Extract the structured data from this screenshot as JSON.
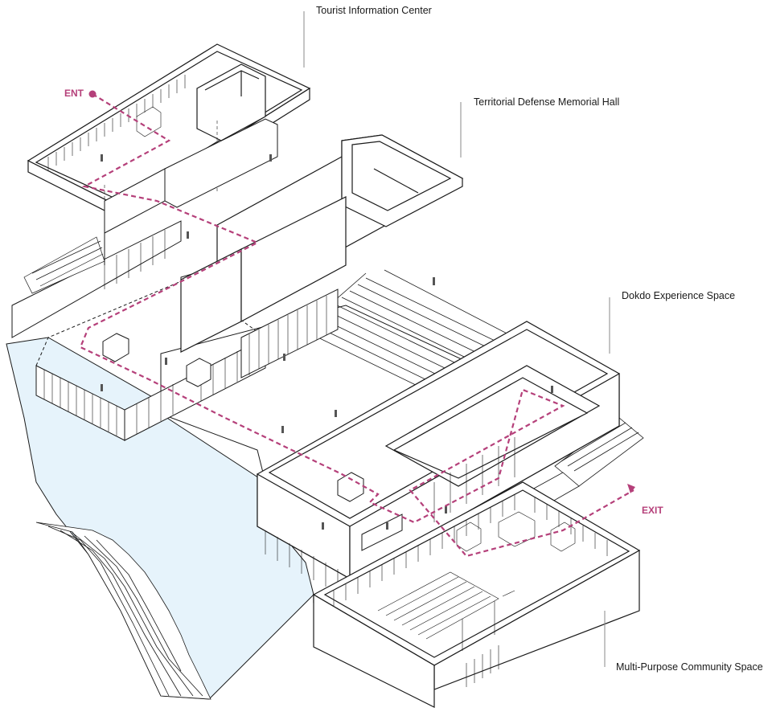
{
  "labels": {
    "tourist_center": "Tourist Information Center",
    "memorial_hall": "Territorial Defense Memorial Hall",
    "experience_space": "Dokdo Experience Space",
    "community_space": "Multi-Purpose Community Space"
  },
  "route": {
    "entrance": "ENT",
    "exit": "EXIT",
    "color": "#b5407a"
  },
  "colors": {
    "line": "#1a1a1a",
    "water": "#e6f3fb",
    "rock": "#ffffff"
  }
}
